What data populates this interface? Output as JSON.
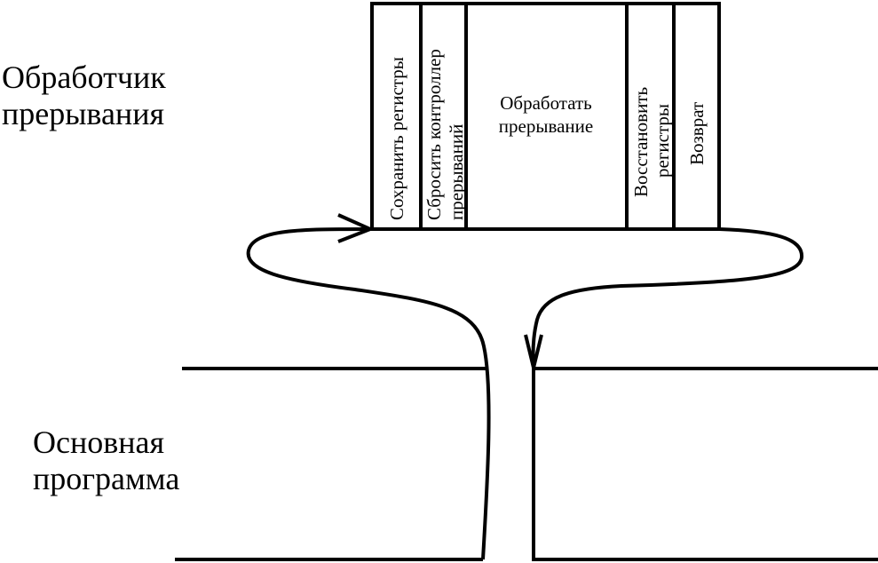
{
  "handler_label": {
    "line1": "Обработчик",
    "line2": "прерывания"
  },
  "main_label": {
    "line1": "Основная",
    "line2": "программа"
  },
  "segments": {
    "save": {
      "text": "Сохранить регистры"
    },
    "reset": {
      "line1": "Сбросить контроллер",
      "line2": "прерываний"
    },
    "process": {
      "line1": "Обработать",
      "line2": "прерывание"
    },
    "restore": {
      "line1": "Восстановить",
      "line2": "регистры"
    },
    "return": {
      "text": "Возврат"
    }
  }
}
